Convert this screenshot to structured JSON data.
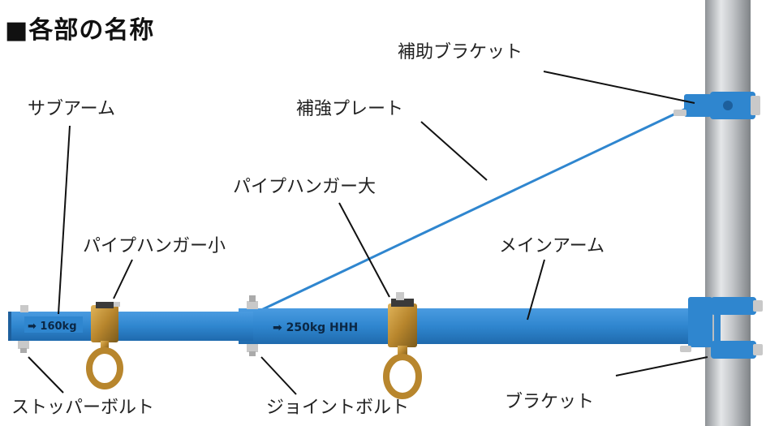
{
  "heading": "■各部の名称",
  "labels": {
    "hojo_bracket": "補助ブラケット",
    "sub_arm": "サブアーム",
    "hokyo_plate": "補強プレート",
    "pipe_hanger_large": "パイプハンガー大",
    "pipe_hanger_small": "パイプハンガー小",
    "main_arm": "メインアーム",
    "stopper_bolt": "ストッパーボルト",
    "joint_bolt": "ジョイントボルト",
    "bracket": "ブラケット"
  },
  "arm_markings": {
    "sub_arm_capacity": "➡ 160kg",
    "main_arm_capacity": "➡ 250kg HHH"
  },
  "colors": {
    "arm_blue": "#2f86cf",
    "pipe_gray": "#b9bcbf",
    "hanger_brass": "#b8862d",
    "bolt_silver": "#c9c9c9",
    "leader_line": "#111111"
  }
}
